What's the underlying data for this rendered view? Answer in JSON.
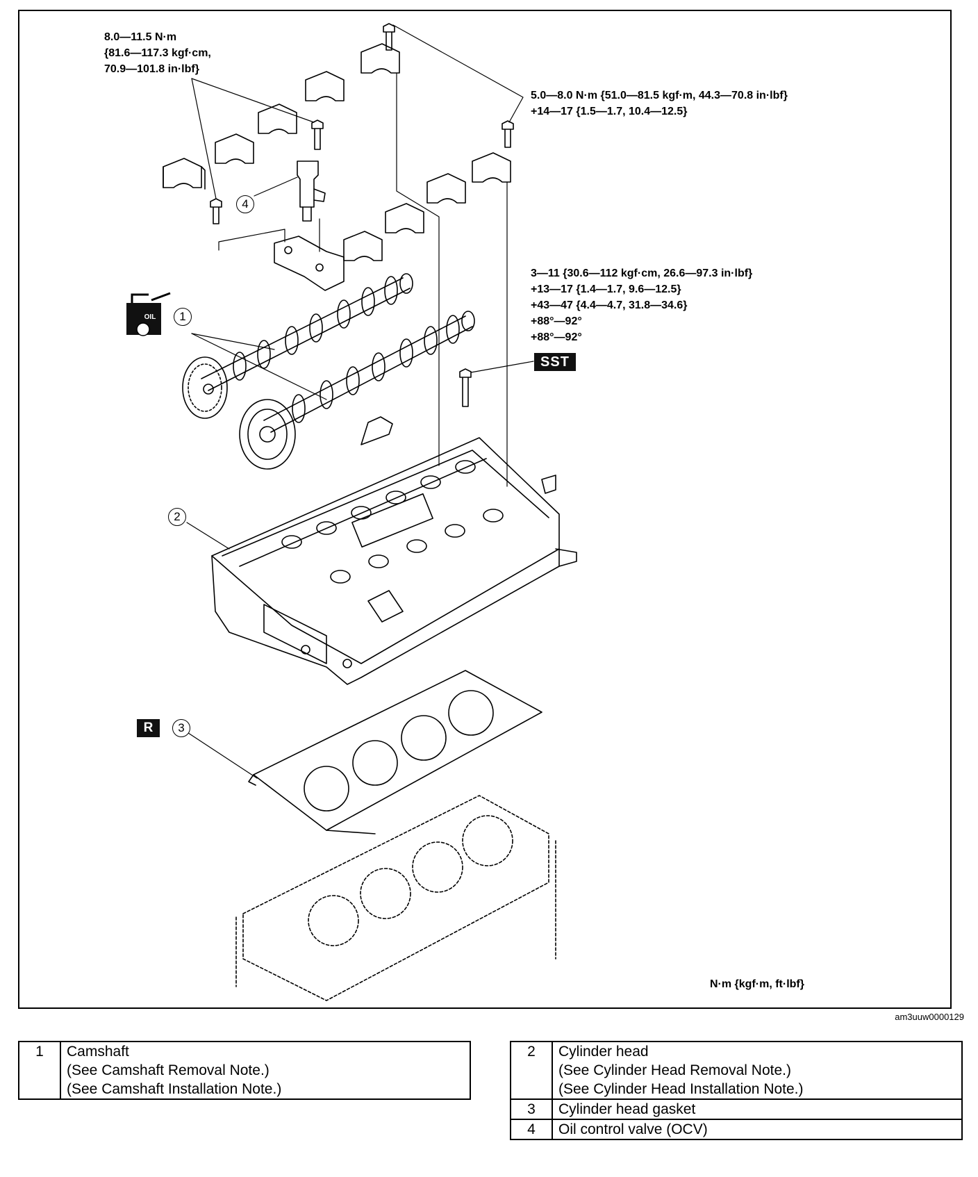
{
  "torque_specs": {
    "ocv_bolt": [
      "8.0—11.5 N·m",
      "{81.6—117.3 kgf·cm,",
      "70.9—101.8 in·lbf}"
    ],
    "cap_bolt_small": [
      "5.0—8.0 N·m {51.0—81.5 kgf·m, 44.3—70.8 in·lbf}",
      "+14—17 {1.5—1.7, 10.4—12.5}"
    ],
    "head_bolt": [
      "3—11 {30.6—112 kgf·cm, 26.6—97.3 in·lbf}",
      "+13—17 {1.4—1.7, 9.6—12.5}",
      "+43—47 {4.4—4.7, 31.8—34.6}",
      "+88°—92°",
      "+88°—92°"
    ]
  },
  "badges": {
    "sst": "SST",
    "replace": "R",
    "oil_can": "OIL"
  },
  "callouts": [
    "1",
    "2",
    "3",
    "4"
  ],
  "units_note": "N·m {kgf·m, ft·lbf}",
  "figure_code": "am3uuw0000129",
  "legend": [
    {
      "num": "1",
      "lines": [
        "Camshaft",
        "(See Camshaft Removal Note.)",
        "(See Camshaft Installation Note.)"
      ]
    },
    {
      "num": "2",
      "lines": [
        "Cylinder head",
        "(See Cylinder Head Removal Note.)",
        "(See Cylinder Head Installation Note.)"
      ]
    },
    {
      "num": "3",
      "lines": [
        "Cylinder head gasket"
      ]
    },
    {
      "num": "4",
      "lines": [
        "Oil control valve (OCV)"
      ]
    }
  ]
}
